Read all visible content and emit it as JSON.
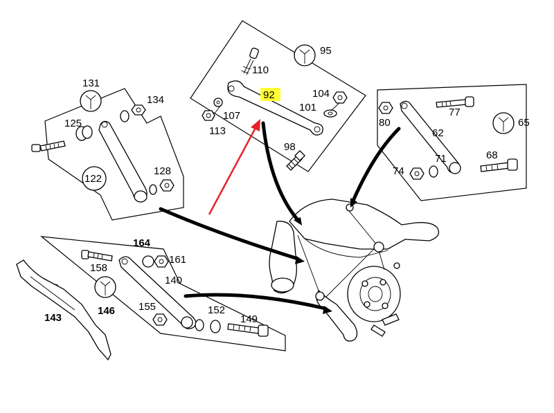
{
  "labels": {
    "p95": "95",
    "p110": "110",
    "p92": "92",
    "p104": "104",
    "p101": "101",
    "p107": "107",
    "p113": "113",
    "p98": "98",
    "p131": "131",
    "p134": "134",
    "p125": "125",
    "p122": "122",
    "p128": "128",
    "p77": "77",
    "p80": "80",
    "p62": "62",
    "p65": "65",
    "p71": "71",
    "p74": "74",
    "p68": "68",
    "p164": "164",
    "p161": "161",
    "p158": "158",
    "p140": "140",
    "p146": "146",
    "p155": "155",
    "p152": "152",
    "p149": "149",
    "p143": "143"
  },
  "colors": {
    "highlight": "#ffff33",
    "arrow": "#e8202a",
    "line": "#000000",
    "background": "#ffffff"
  },
  "icons": [
    "wrench-icon",
    "bolt-icon",
    "nut-icon",
    "washer-icon",
    "bushing-icon"
  ]
}
